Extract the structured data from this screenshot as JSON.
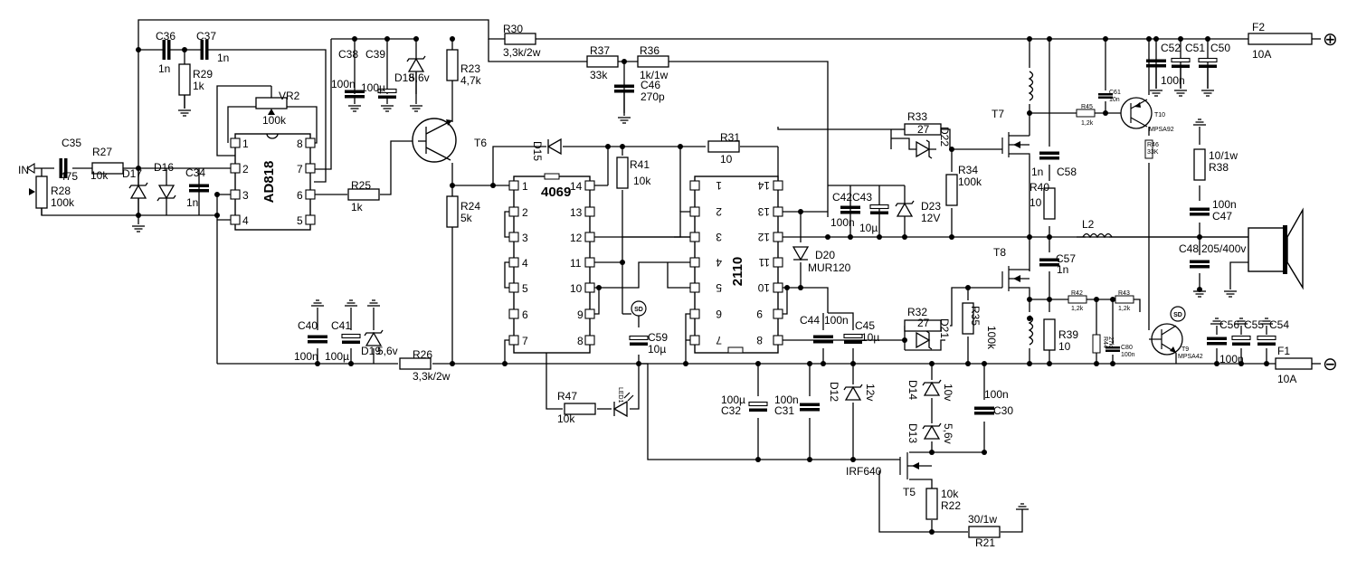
{
  "ics": {
    "ad818": "AD818",
    "cd4069": "4069",
    "ir2110": "2110"
  },
  "ports": {
    "in": "IN",
    "plus": "⊕",
    "minus": "⊖"
  },
  "labels": {
    "C36": "C36",
    "C37": "C37",
    "C36v": "1n",
    "C37v": "1n",
    "R29": "R29",
    "R29v": "1k",
    "C38": "C38",
    "C38v": "100n",
    "C39": "C39",
    "C39v": "100µ",
    "D18": "D18",
    "D18v": "5,6v",
    "R30": "R30",
    "R30v": "3,3k/2w",
    "R37": "R37",
    "R37v": "33k",
    "R36": "R36",
    "R36v": "1k/1w",
    "C46": "C46",
    "C46v": "270p",
    "F2": "F2",
    "F2v": "10A",
    "C52": "C52",
    "C51": "C51",
    "C50": "C50",
    "C52v": "100n",
    "VR2": "VR2",
    "VR2v": "100k",
    "R23": "R23",
    "R23v": "4,7k",
    "C35": "C35",
    "C35v": "475",
    "R27": "R27",
    "R27v": "10k",
    "R28": "R28",
    "R28v": "100k",
    "D17": "D17",
    "D16": "D16",
    "C34": "C34",
    "C34v": "1n",
    "R25": "R25",
    "R25v": "1k",
    "T6": "T6",
    "R24": "R24",
    "R24v": "5k",
    "D15": "D15",
    "R41": "R41",
    "R41v": "10k",
    "R31": "R31",
    "R31v": "10",
    "R33": "R33",
    "R33v": "27",
    "D22": "D22",
    "T7": "T7",
    "C61": "C61",
    "C61v": "10n",
    "R45": "R45",
    "R45v": "1,2k",
    "T10": "T10",
    "T10v": "MPSA92",
    "R46": "R46",
    "R46v": "33K",
    "R34": "R34",
    "R34v": "100k",
    "C42": "C42",
    "C43": "C43",
    "C42v": "100n",
    "C43v": "10µ",
    "D23": "D23",
    "D23v": "12V",
    "C58": "C58",
    "C58v": "1n",
    "R40": "R40",
    "R40v": "10",
    "L2": "L2",
    "R38": "R38",
    "R38v": "10/1w",
    "C47": "C47",
    "C47v": "100n",
    "C48": "C48",
    "C48v": "205/400v",
    "D20": "D20",
    "D20v": "MUR120",
    "T8": "T8",
    "C57": "C57",
    "C57v": "1n",
    "R32": "R32",
    "R32v": "27",
    "D21": "D21",
    "R35": "R35",
    "R35v": "100k",
    "R42": "R42",
    "R42v": "1,2k",
    "R43": "R43",
    "R43v": "1,2k",
    "R44": "R44",
    "R44v": "27k",
    "C80": "C80",
    "C80v": "100n",
    "R39": "R39",
    "R39v": "10",
    "SD": "SD",
    "T9": "T9",
    "T9v": "MPSA42",
    "C56": "C56",
    "C55": "C55",
    "C54": "C54",
    "C56v": "100n",
    "F1": "F1",
    "F1v": "10A",
    "C40": "C40",
    "C40v": "100n",
    "C41": "C41",
    "C41v": "100µ",
    "D19": "D19",
    "D19v": "5,6v",
    "R26": "R26",
    "R26v": "3,3k/2w",
    "C44": "C44",
    "C44v": "100n",
    "C45": "C45",
    "C45v": "10µ",
    "C59": "C59",
    "C59v": "10µ",
    "R47": "R47",
    "R47v": "10k",
    "LED1": "LED1",
    "C32": "C32",
    "C32v": "100µ",
    "C31": "C31",
    "C31v": "100n",
    "D12": "D12",
    "D12v": "12v",
    "D14": "D14",
    "D14v": "10v",
    "D13": "D13",
    "D13v": "5,6v",
    "C30": "C30",
    "C30v": "100n",
    "T5": "T5",
    "T5v": "IRF640",
    "R22": "R22",
    "R22v": "10k",
    "R21": "R21",
    "R21v": "30/1w"
  }
}
